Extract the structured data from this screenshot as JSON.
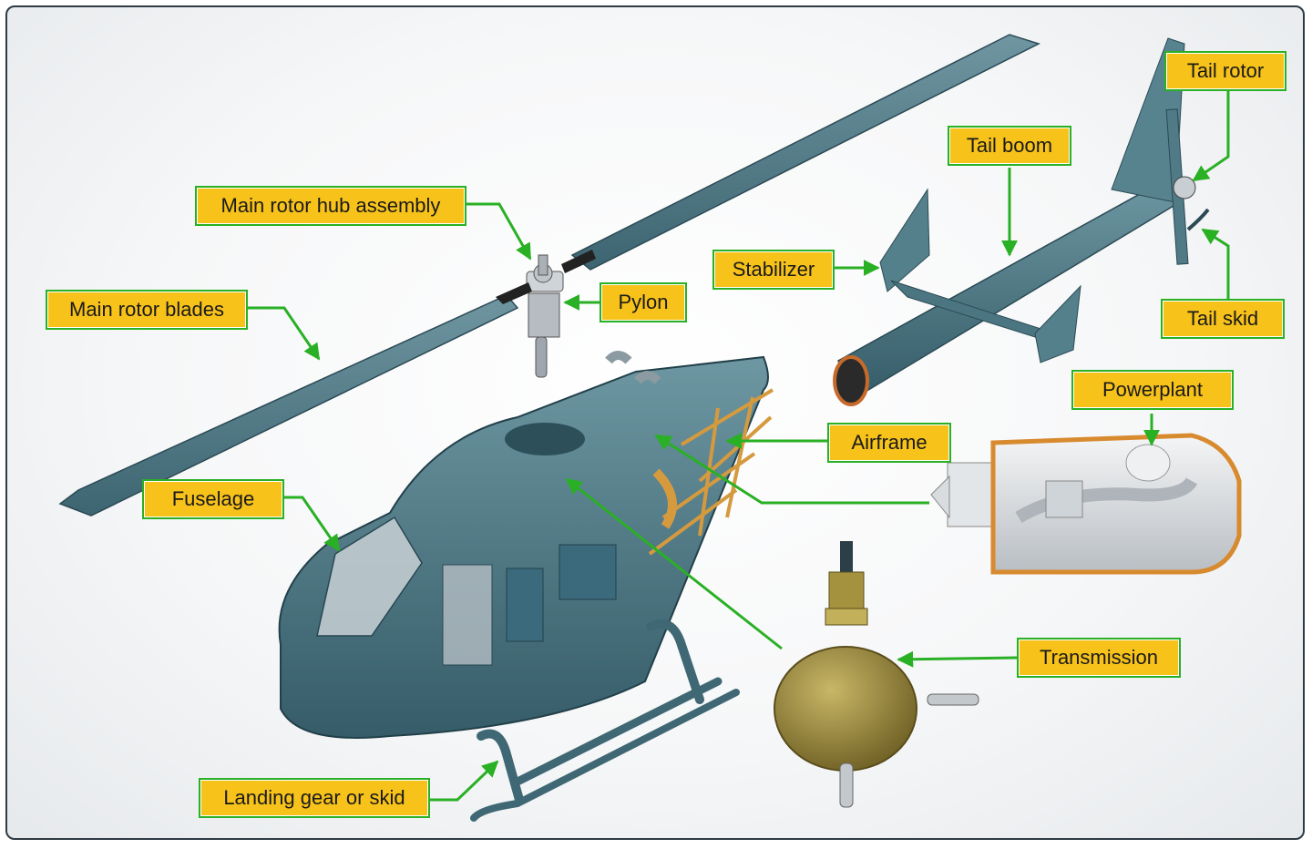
{
  "labels": {
    "main_rotor_hub_assembly": "Main rotor hub assembly",
    "main_rotor_blades": "Main rotor blades",
    "pylon": "Pylon",
    "stabilizer": "Stabilizer",
    "tail_boom": "Tail boom",
    "tail_rotor": "Tail rotor",
    "tail_skid": "Tail skid",
    "powerplant": "Powerplant",
    "airframe": "Airframe",
    "fuselage": "Fuselage",
    "transmission": "Transmission",
    "landing_gear": "Landing gear or skid"
  },
  "colors": {
    "label_fill": "#f7c21a",
    "label_border": "#29b024",
    "leader_line": "#29b024",
    "body": "#4f7a86",
    "body_dark": "#2f5561",
    "frame_orange": "#d59a3e",
    "transmission": "#8a7a34"
  }
}
